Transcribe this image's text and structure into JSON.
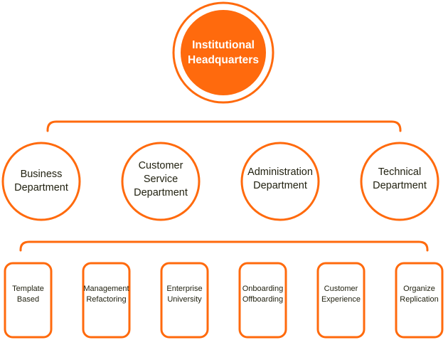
{
  "colors": {
    "accent": "#ff6a0d",
    "text": "#222211",
    "hq_text": "#ffffff",
    "background": "#ffffff"
  },
  "root": {
    "label": "Institutional\nHeadquarters"
  },
  "departments": [
    {
      "label": "Business\nDepartment"
    },
    {
      "label": "Customer\nService\nDepartment"
    },
    {
      "label": "Administration\nDepartment"
    },
    {
      "label": "Technical\nDepartment"
    }
  ],
  "functions": [
    {
      "label": "Template\nBased"
    },
    {
      "label": "Management\nRefactoring"
    },
    {
      "label": "Enterprise\nUniversity"
    },
    {
      "label": "Onboarding\nOffboarding"
    },
    {
      "label": "Customer\nExperience"
    },
    {
      "label": "Organize\nReplication"
    }
  ]
}
